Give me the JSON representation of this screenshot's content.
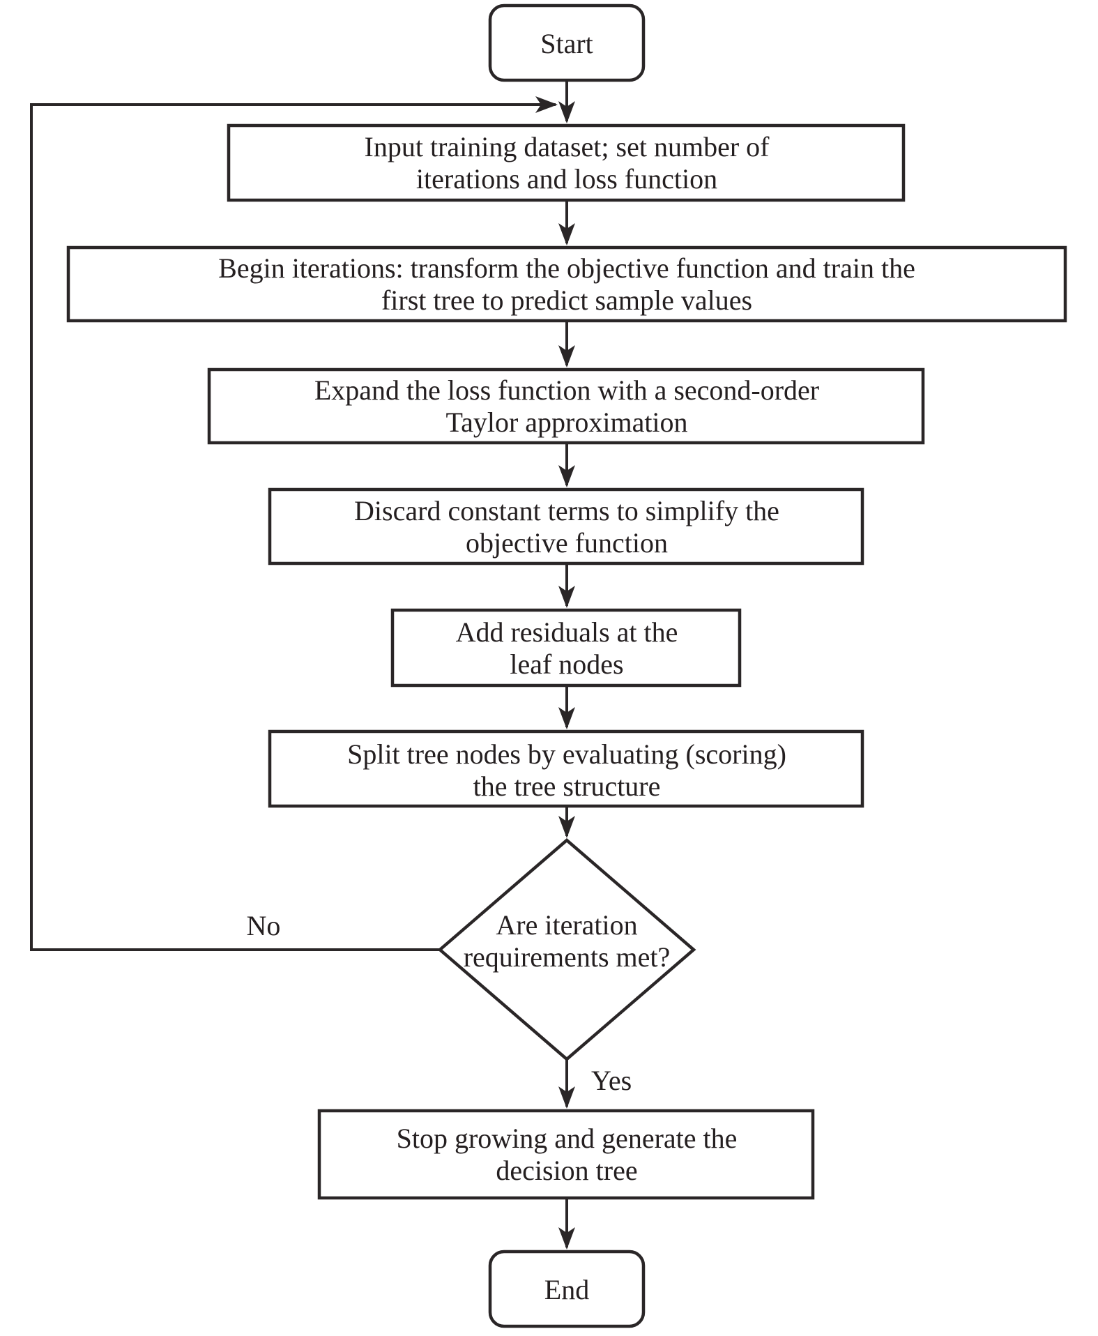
{
  "diagram": {
    "type": "flowchart",
    "background_color": "#ffffff",
    "stroke_color": "#2a2627",
    "text_color": "#241f20"
  },
  "nodes": {
    "start": {
      "label": "Start"
    },
    "input": {
      "line1": "Input training dataset; set number of",
      "line2": "iterations and loss function"
    },
    "begin": {
      "line1": "Begin iterations: transform the objective function and train the",
      "line2": "first tree to predict sample values"
    },
    "expand": {
      "line1": "Expand the loss function with a second-order",
      "line2": "Taylor approximation"
    },
    "discard": {
      "line1": "Discard constant terms to simplify the",
      "line2": "objective function"
    },
    "residuals": {
      "line1": "Add residuals at the",
      "line2": "leaf nodes"
    },
    "split": {
      "line1": "Split tree nodes by evaluating (scoring)",
      "line2": "the tree structure"
    },
    "decision": {
      "line1": "Are iteration",
      "line2": "requirements met?"
    },
    "stop": {
      "line1": "Stop growing and generate the",
      "line2": "decision tree"
    },
    "end": {
      "label": "End"
    }
  },
  "edges": {
    "no_label": "No",
    "yes_label": "Yes"
  }
}
